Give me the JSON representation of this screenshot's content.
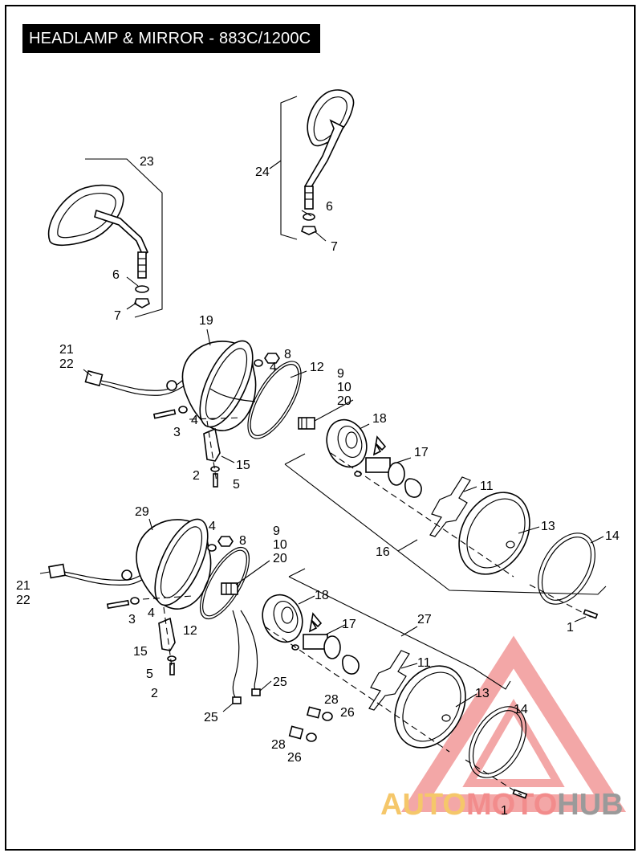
{
  "title": "HEADLAMP & MIRROR - 883C/1200C",
  "watermark": {
    "part1": "AUTO",
    "part2": "MOTO",
    "part3": "HUB",
    "colors": {
      "auto": "#f5c76a",
      "moto": "#f28c8c",
      "hub": "#9a9a9a",
      "triangle": "#f08a8a"
    }
  },
  "callouts": {
    "c23": "23",
    "c24": "24",
    "m1_6": "6",
    "m1_7": "7",
    "m2_6": "6",
    "m2_7": "7",
    "u19": "19",
    "u21": "21",
    "u22": "22",
    "u8": "8",
    "u4a": "4",
    "u12": "12",
    "u9": "9",
    "u10": "10",
    "u20": "20",
    "u4b": "4",
    "u3": "3",
    "u18": "18",
    "u17": "17",
    "u15": "15",
    "u2": "2",
    "u5": "5",
    "u11": "11",
    "u16": "16",
    "u13": "13",
    "u14": "14",
    "u1": "1",
    "l29": "29",
    "l4a": "4",
    "l8": "8",
    "l9": "9",
    "l10": "10",
    "l20": "20",
    "l21": "21",
    "l22": "22",
    "l4b": "4",
    "l3": "3",
    "l12": "12",
    "l18": "18",
    "l17": "17",
    "l27": "27",
    "l15": "15",
    "l5": "5",
    "l2": "2",
    "l11": "11",
    "l25a": "25",
    "l25b": "25",
    "l28a": "28",
    "l26a": "26",
    "l13": "13",
    "l14": "14",
    "l28b": "28",
    "l26b": "26",
    "l1": "1"
  }
}
